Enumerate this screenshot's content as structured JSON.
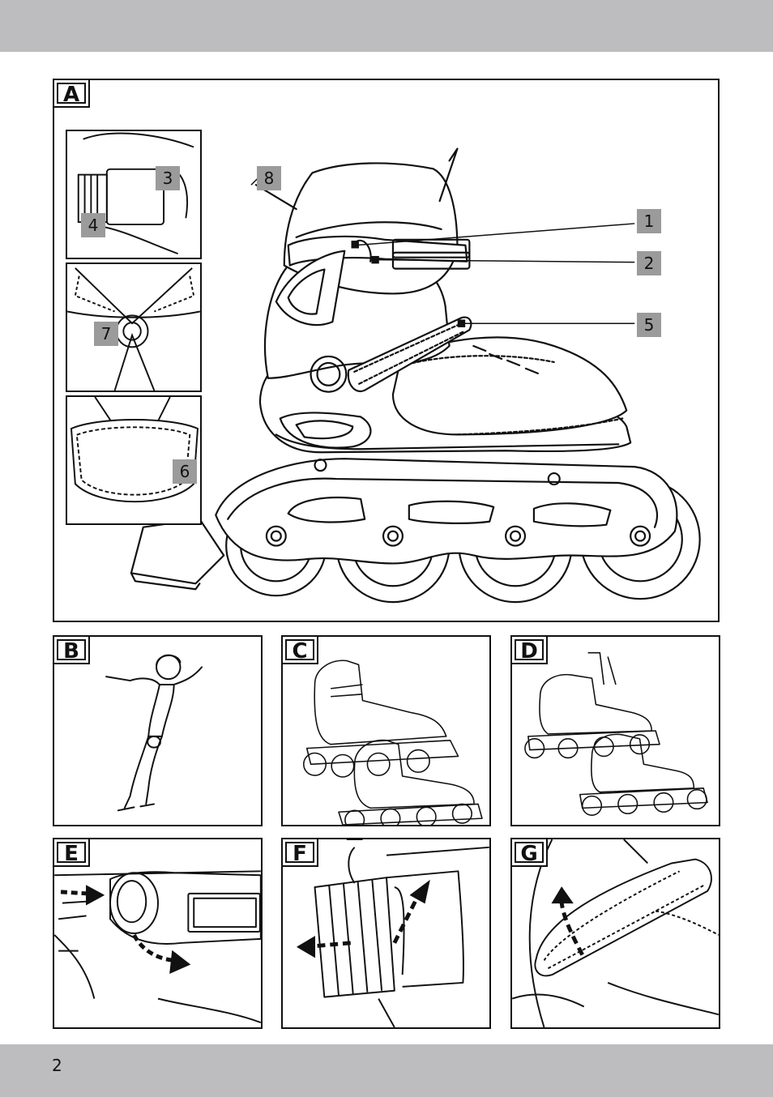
{
  "page": {
    "number": "2"
  },
  "panels": {
    "a": {
      "label": "A"
    },
    "b": {
      "label": "B"
    },
    "c": {
      "label": "C"
    },
    "d": {
      "label": "D"
    },
    "e": {
      "label": "E"
    },
    "f": {
      "label": "F"
    },
    "g": {
      "label": "G"
    }
  },
  "callouts": {
    "c1": "1",
    "c2": "2",
    "c3": "3",
    "c4": "4",
    "c5": "5",
    "c6": "6",
    "c7": "7",
    "c8": "8"
  },
  "colors": {
    "bar": "#bdbdbf",
    "callout": "#9b9b9b",
    "ink": "#111111"
  }
}
